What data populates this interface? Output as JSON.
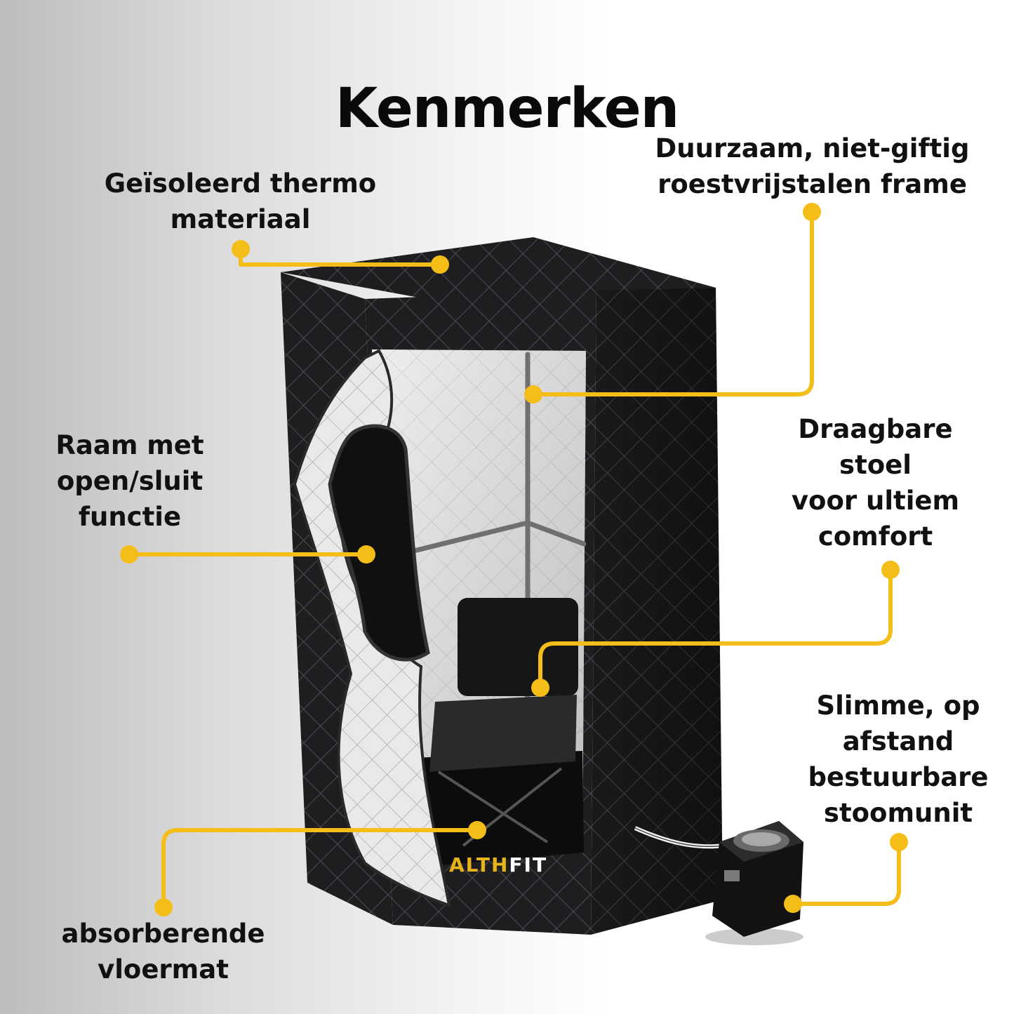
{
  "title": "Kenmerken",
  "features": {
    "thermo": "Geïsoleerd thermo\nmateriaal",
    "frame": "Duurzaam, niet-giftig\nroestvrijstalen frame",
    "window": "Raam met\nopen/sluit\nfunctie",
    "chair": "Draagbare\nstoel\nvoor ultiem\ncomfort",
    "steam": "Slimme, op\nafstand\nbestuurbare\nstoomunit",
    "mat": "absorberende\nvloermat"
  },
  "brand": {
    "left": "ALTH",
    "right": "FIT"
  },
  "colors": {
    "accent": "#f5bd18",
    "tent": "#1c1c1e",
    "text": "#111111"
  }
}
